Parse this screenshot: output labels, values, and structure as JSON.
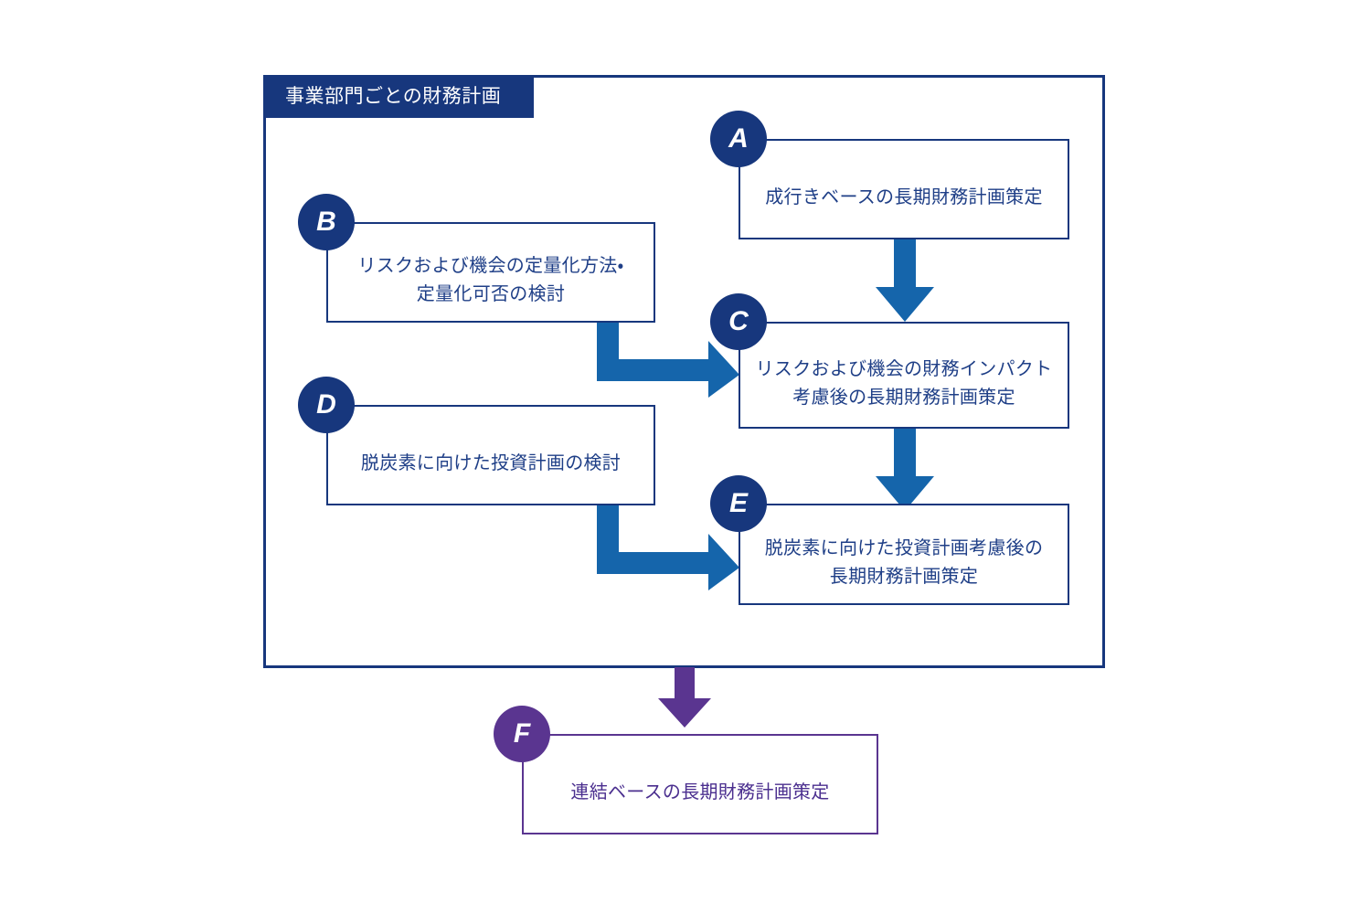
{
  "diagram": {
    "title": "事業部門ごとの財務計画",
    "colors": {
      "navy": "#17377d",
      "text_blue": "#1f3f87",
      "arrow_blue": "#1565ab",
      "purple": "#5a3590",
      "purple_text": "#4b2f8f",
      "background": "#ffffff"
    },
    "boxes": [
      {
        "id": "A",
        "badge": "A",
        "text": "成行きベースの長期財務計画策定",
        "color": "navy"
      },
      {
        "id": "B",
        "badge": "B",
        "text": "リスクおよび機会の定量化方法・\n定量化可否の検討",
        "color": "navy"
      },
      {
        "id": "C",
        "badge": "C",
        "text": "リスクおよび機会の財務インパクト\n考慮後の長期財務計画策定",
        "color": "navy"
      },
      {
        "id": "D",
        "badge": "D",
        "text": "脱炭素に向けた投資計画の検討",
        "color": "navy"
      },
      {
        "id": "E",
        "badge": "E",
        "text": "脱炭素に向けた投資計画考慮後の\n長期財務計画策定",
        "color": "navy"
      },
      {
        "id": "F",
        "badge": "F",
        "text": "連結ベースの長期財務計画策定",
        "color": "purple"
      }
    ],
    "arrows": [
      {
        "id": "a-to-c",
        "from": "A",
        "to": "C",
        "shape": "vertical",
        "color": "#1565ab"
      },
      {
        "id": "b-to-c",
        "from": "B",
        "to": "C",
        "shape": "elbow-down-right",
        "color": "#1565ab"
      },
      {
        "id": "c-to-e",
        "from": "C",
        "to": "E",
        "shape": "vertical",
        "color": "#1565ab"
      },
      {
        "id": "d-to-e",
        "from": "D",
        "to": "E",
        "shape": "elbow-down-right",
        "color": "#1565ab"
      },
      {
        "id": "group-to-f",
        "from": "事業部門ごとの財務計画",
        "to": "F",
        "shape": "vertical",
        "color": "#5a3590"
      }
    ]
  }
}
